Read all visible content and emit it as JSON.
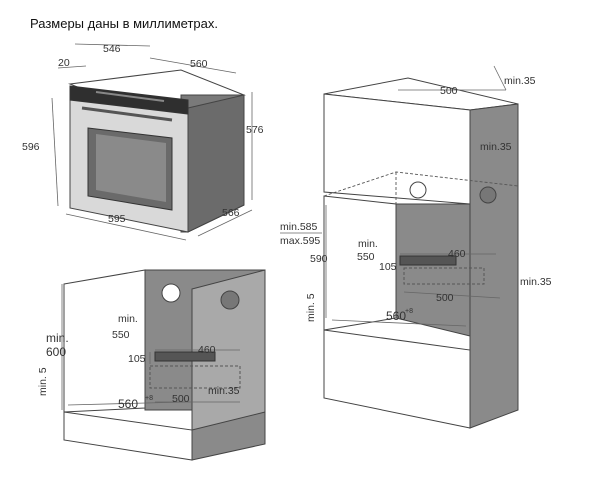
{
  "title": "Размеры даны в миллиметрах.",
  "oven": {
    "dims": {
      "d546": "546",
      "d20": "20",
      "d560": "560",
      "d596": "596",
      "d576": "576",
      "d595": "595",
      "d566": "566"
    }
  },
  "under_counter": {
    "dims": {
      "min550_a": "min.",
      "min550_b": "550",
      "d460": "460",
      "d105": "105",
      "min600_a": "min.",
      "min600_b": "600",
      "min5": "min. 5",
      "d560": "560",
      "sup": "+8",
      "d500": "500",
      "min35": "min.35"
    }
  },
  "tall_cabinet": {
    "dims": {
      "d500_top": "500",
      "min35_top": "min.35",
      "min35_in": "min.35",
      "min585": "min.585",
      "max595": "max.595",
      "d590": "590",
      "min550_a": "min.",
      "min550_b": "550",
      "d460": "460",
      "d105": "105",
      "min35_side": "min.35",
      "d500_mid": "500",
      "min5": "min. 5",
      "d560": "560",
      "sup": "+8"
    }
  }
}
